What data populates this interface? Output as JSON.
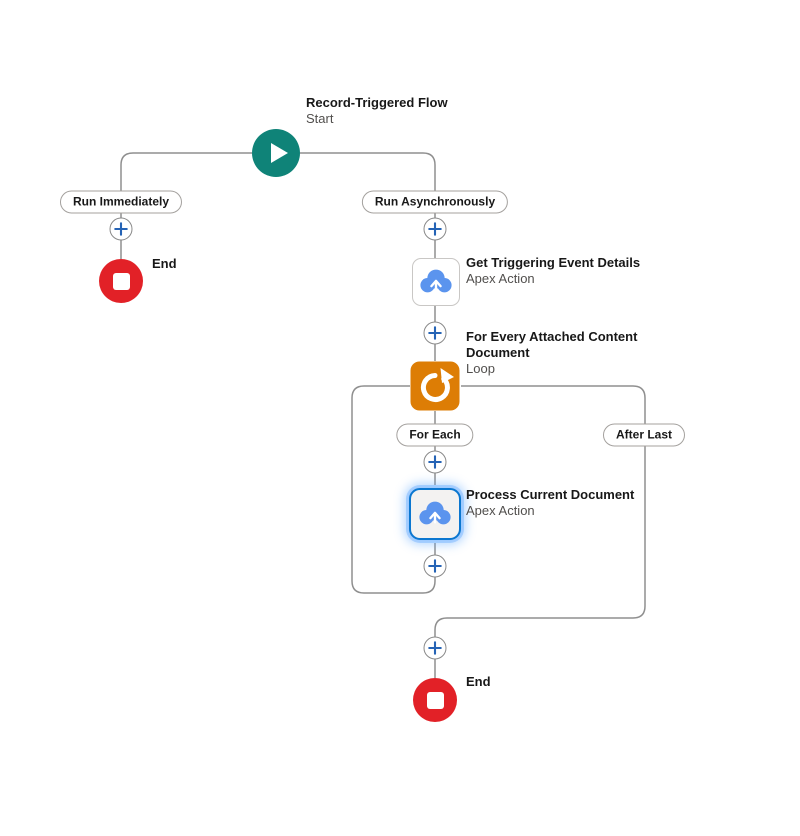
{
  "flow": {
    "start": {
      "title": "Record-Triggered Flow",
      "subtitle": "Start"
    },
    "pills": {
      "run_immediately": "Run Immediately",
      "run_asynchronously": "Run Asynchronously",
      "for_each": "For Each",
      "after_last": "After Last"
    },
    "nodes": {
      "end_left": {
        "label": "End"
      },
      "get_event": {
        "title": "Get Triggering Event Details",
        "subtitle": "Apex Action"
      },
      "loop": {
        "title": "For Every Attached Content Document",
        "subtitle": "Loop"
      },
      "process_doc": {
        "title": "Process Current Document",
        "subtitle": "Apex Action"
      },
      "end_bottom": {
        "label": "End"
      }
    },
    "icons": {
      "start": "play-icon",
      "apex_action": "cloud-code-icon",
      "loop": "loop-arrow-icon",
      "end": "stop-square-icon",
      "add": "plus-icon"
    },
    "colors": {
      "start_teal": "#0f8378",
      "loop_orange": "#dd7d05",
      "end_red": "#e22127",
      "action_blue": "#5b94ee",
      "selected_border_blue": "#0b77d0",
      "connector_gray": "#8f8f8f",
      "plus_blue": "#2563b5"
    }
  }
}
